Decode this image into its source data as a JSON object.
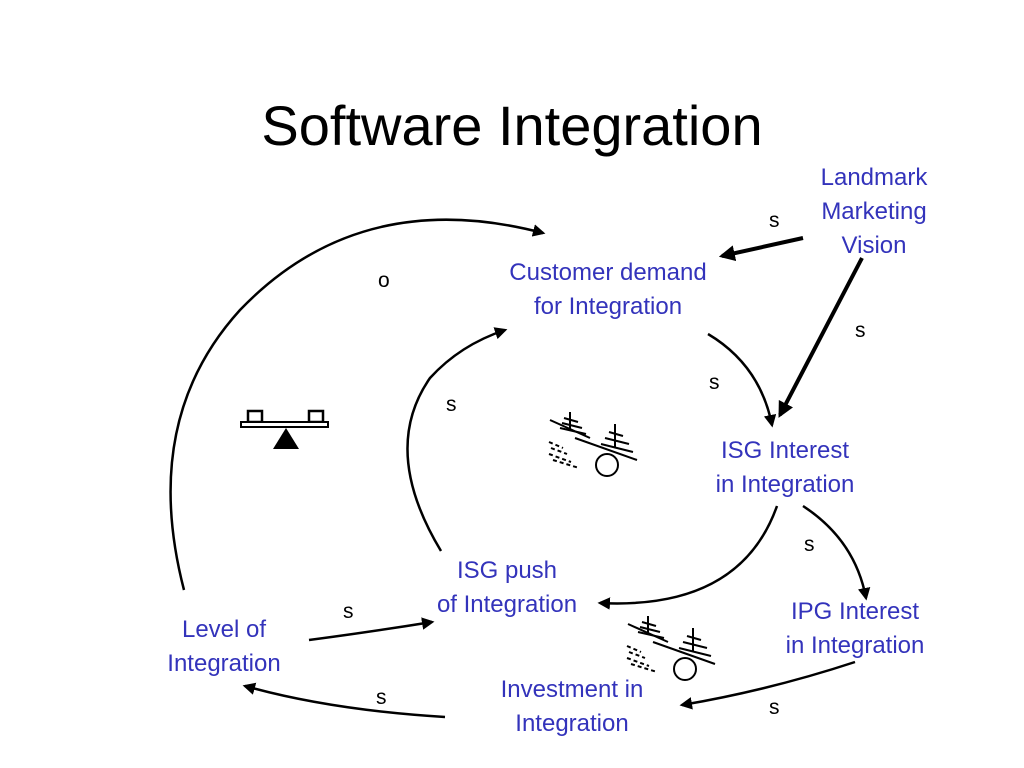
{
  "title": "Software Integration",
  "nodes": {
    "landmark": "Landmark\nMarketing\nVision",
    "customer_demand": "Customer demand\nfor Integration",
    "isg_interest": "ISG Interest\nin Integration",
    "ipg_interest": "IPG Interest\nin Integration",
    "investment": "Investment in\nIntegration",
    "isg_push": "ISG push\nof Integration",
    "level": "Level of\nIntegration"
  },
  "edges": [
    {
      "from": "landmark",
      "to": "customer_demand",
      "polarity": "s"
    },
    {
      "from": "landmark",
      "to": "isg_interest",
      "polarity": "s"
    },
    {
      "from": "customer_demand",
      "to": "isg_interest",
      "polarity": "s"
    },
    {
      "from": "isg_interest",
      "to": "ipg_interest",
      "polarity": "s"
    },
    {
      "from": "isg_interest",
      "to": "isg_push",
      "polarity": ""
    },
    {
      "from": "ipg_interest",
      "to": "investment",
      "polarity": "s"
    },
    {
      "from": "investment",
      "to": "level",
      "polarity": "s"
    },
    {
      "from": "level",
      "to": "isg_push",
      "polarity": "s"
    },
    {
      "from": "isg_push",
      "to": "customer_demand",
      "polarity": "s"
    },
    {
      "from": "level",
      "to": "customer_demand",
      "polarity": "o"
    }
  ],
  "loop_icons": {
    "balancing": "balance-scale-icon",
    "reinforcing_1": "snowball-icon",
    "reinforcing_2": "snowball-icon"
  }
}
